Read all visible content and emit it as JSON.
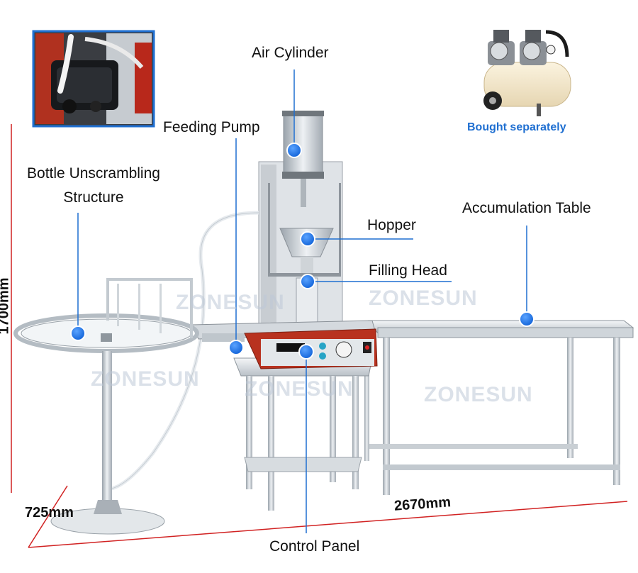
{
  "watermark": "ZONESUN",
  "colors": {
    "callout_line": "#1f6fd1",
    "callout_dot": "#1a6ee0",
    "dimension_line": "#d12222",
    "note_text": "#1f6fd1",
    "inset_border": "#1f6fd1"
  },
  "labels": {
    "air_cylinder": "Air Cylinder",
    "feeding_pump": "Feeding Pump",
    "bottle_unscrambling_line1": "Bottle Unscrambling",
    "bottle_unscrambling_line2": "Structure",
    "hopper": "Hopper",
    "filling_head": "Filling Head",
    "accumulation_table": "Accumulation Table",
    "control_panel": "Control Panel"
  },
  "note": {
    "compressor": "Bought separately"
  },
  "dimensions": {
    "height": "1700mm",
    "width": "725mm",
    "length": "2670mm"
  }
}
